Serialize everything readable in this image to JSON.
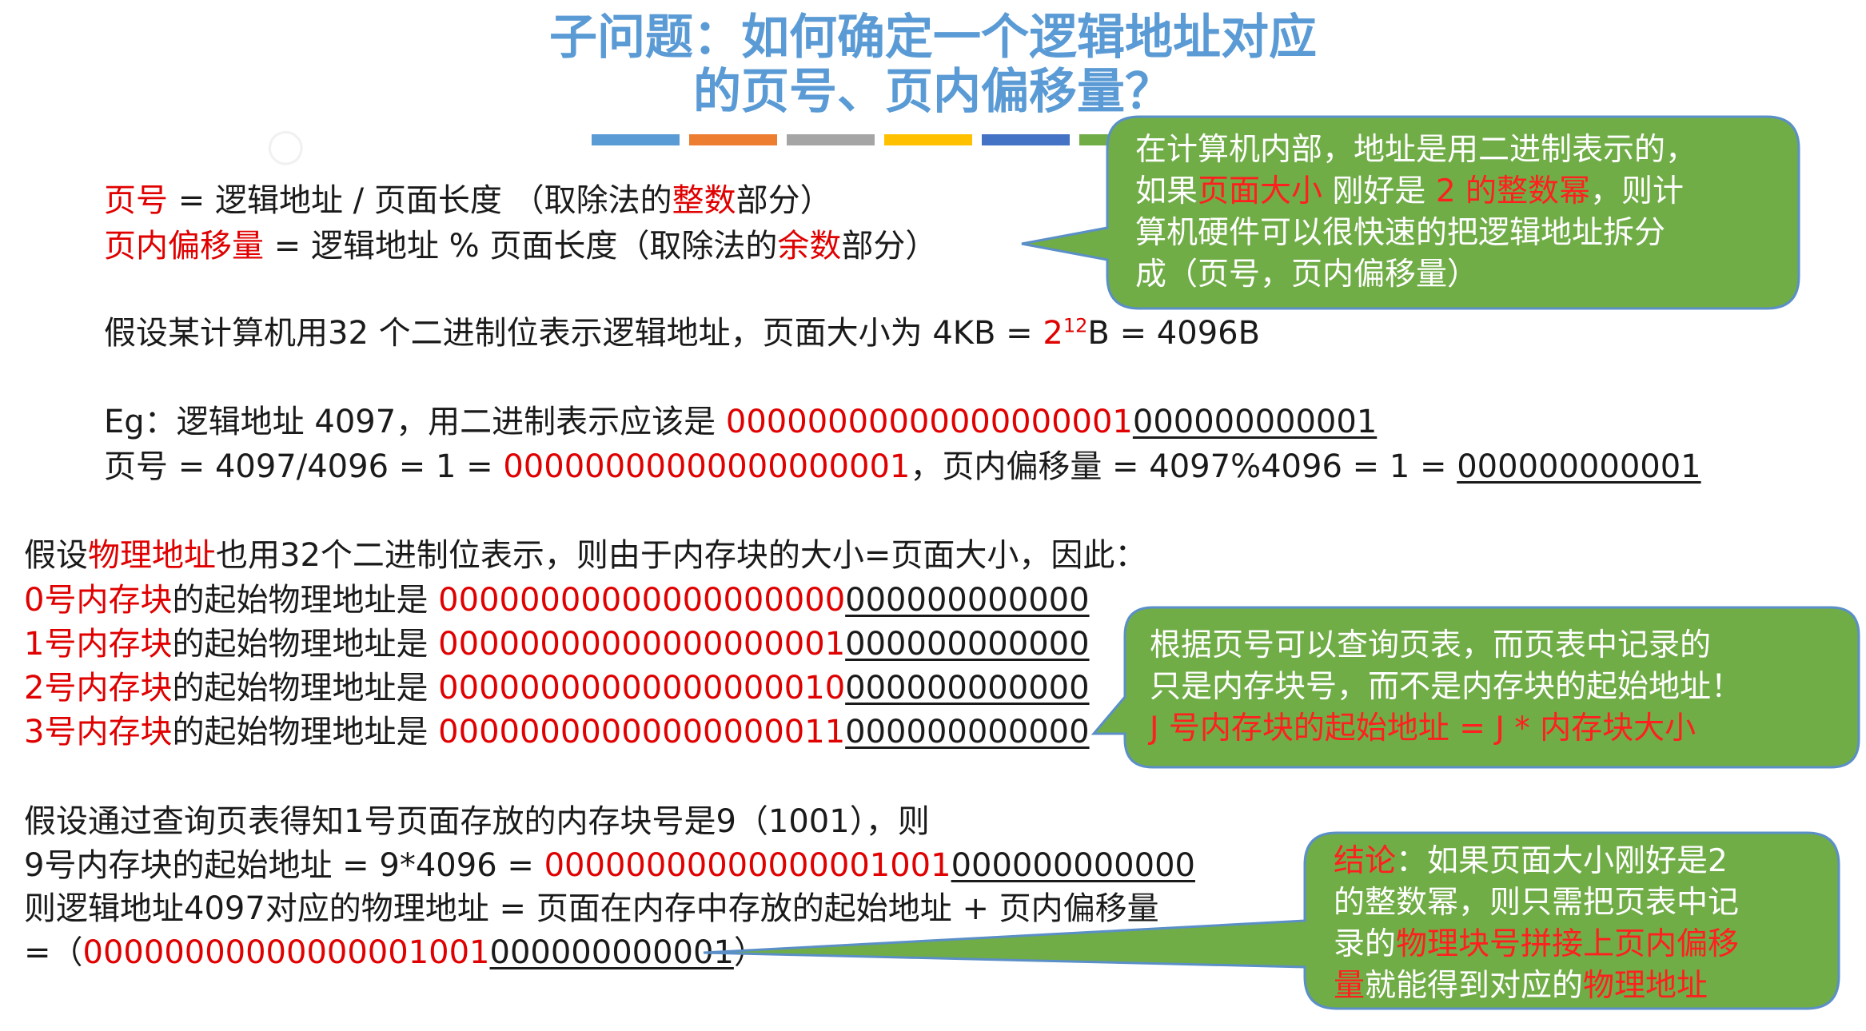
{
  "slide": {
    "title_line1": "子问题：如何确定一个逻辑地址对应",
    "title_line2": "的页号、页内偏移量？",
    "accent_bar_colors": [
      "#5b9bd5",
      "#ed7d31",
      "#a5a5a5",
      "#ffc000",
      "#4472c4",
      "#70ad47"
    ]
  },
  "definitions": {
    "page_no_label": "页号",
    "page_no_formula_a": " = 逻辑地址 / 页面长度 （取除法的",
    "page_no_highlight": "整数",
    "page_no_formula_b": "部分）",
    "offset_label": "页内偏移量",
    "offset_formula_a": " = 逻辑地址 % 页面长度（取除法的",
    "offset_highlight": "余数",
    "offset_formula_b": "部分）"
  },
  "assumption": {
    "text_a": "假设某计算机用32 个二进制位表示逻辑地址，页面大小为 4KB = ",
    "base": "2",
    "exponent": "12",
    "text_b": "B = 4096B"
  },
  "example": {
    "line1_prefix": "Eg：逻辑地址 4097，用二进制表示应该是 ",
    "line1_red": "00000000000000000001",
    "line1_underline": "000000000001",
    "line2_prefix": "页号 = 4097/4096 = 1 = ",
    "line2_red": "00000000000000000001",
    "line2_mid": "，页内偏移量 = 4097%4096 = 1 = ",
    "line2_underline": "000000000001"
  },
  "physical": {
    "intro_a": "假设",
    "intro_red": "物理地址",
    "intro_b": "也用32个二进制位表示，则由于内存块的大小=页面大小，因此：",
    "block_suffix": "的起始物理地址是 ",
    "blocks": [
      {
        "label": "0号内存块",
        "red": "00000000000000000000",
        "underline": "000000000000"
      },
      {
        "label": "1号内存块",
        "red": "00000000000000000001",
        "underline": "000000000000"
      },
      {
        "label": "2号内存块",
        "red": "00000000000000000010",
        "underline": "000000000000"
      },
      {
        "label": "3号内存块",
        "red": "00000000000000000011",
        "underline": "000000000000"
      }
    ]
  },
  "lookup": {
    "line1": "假设通过查询页表得知1号页面存放的内存块号是9（1001），则",
    "line2_prefix": "9号内存块的起始地址 = 9*4096 = ",
    "line2_red": "00000000000000001001",
    "line2_underline": "000000000000",
    "line3": "则逻辑地址4097对应的物理地址 = 页面在内存中存放的起始地址 + 页内偏移量",
    "line4_prefix": "=（",
    "line4_red": "00000000000000001001",
    "line4_underline": "000000000001",
    "line4_suffix": "）"
  },
  "callouts": {
    "fill": "#70ad47",
    "stroke": "#5b8fc7",
    "top": {
      "l1": "在计算机内部，地址是用二进制表示的，",
      "l2_a": "如果",
      "l2_red1": "页面大小",
      "l2_b": " 刚好是 ",
      "l2_red2": "2 的整数幂",
      "l2_c": "，则计",
      "l3": "算机硬件可以很快速的把逻辑地址拆分",
      "l4": "成（页号，页内偏移量）"
    },
    "middle": {
      "l1": "根据页号可以查询页表，而页表中记录的",
      "l2": "只是内存块号，而不是内存块的起始地址！",
      "l3_red": "J 号内存块的起始地址 = J * 内存块大小"
    },
    "bottom": {
      "l1_red": "结论",
      "l1_b": "：如果页面大小刚好是2",
      "l2": "的整数幂，则只需把页表中记",
      "l3_a": "录的",
      "l3_red": "物理块号拼接上页内偏移",
      "l4_red1": "量",
      "l4_b": "就能得到对应的",
      "l4_red2": "物理地址"
    }
  }
}
